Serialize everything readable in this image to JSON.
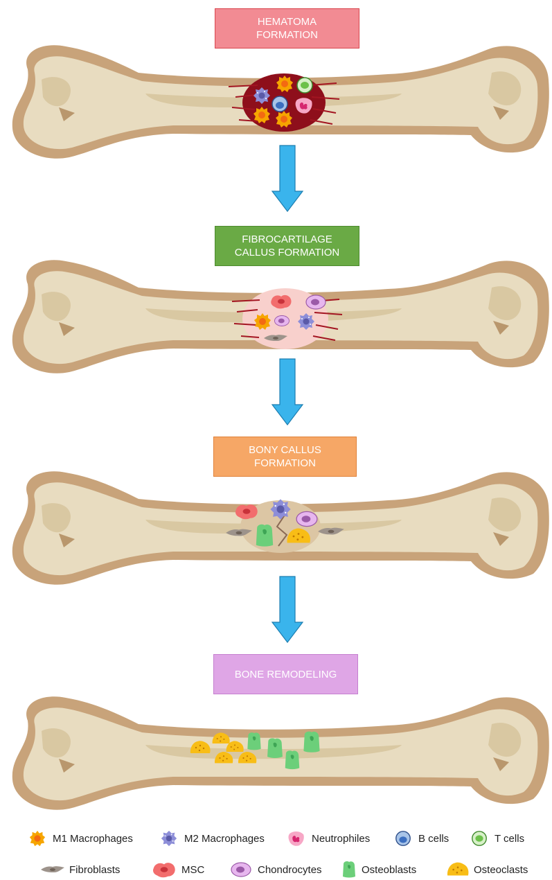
{
  "stages": [
    {
      "lines": [
        "HEMATOMA",
        "FORMATION"
      ],
      "color": "#f28b93"
    },
    {
      "lines": [
        "FIBROCARTILAGE",
        "CALLUS FORMATION"
      ],
      "color": "#6aaa45"
    },
    {
      "lines": [
        "BONY CALLUS",
        "FORMATION"
      ],
      "color": "#f6a766"
    },
    {
      "lines": [
        "BONE REMODELING"
      ],
      "color": "#dfa6e6"
    }
  ],
  "legend": {
    "row1": [
      {
        "label": "M1 Macrophages",
        "icon": "m1-macrophage-icon"
      },
      {
        "label": "M2 Macrophages",
        "icon": "m2-macrophage-icon"
      },
      {
        "label": "Neutrophiles",
        "icon": "neutrophile-icon"
      },
      {
        "label": "B cells",
        "icon": "b-cell-icon"
      },
      {
        "label": "T cells",
        "icon": "t-cell-icon"
      }
    ],
    "row2": [
      {
        "label": "Fibroblasts",
        "icon": "fibroblast-icon"
      },
      {
        "label": "MSC",
        "icon": "msc-icon"
      },
      {
        "label": "Chondrocytes",
        "icon": "chondrocyte-icon"
      },
      {
        "label": "Osteoblasts",
        "icon": "osteoblast-icon"
      },
      {
        "label": "Osteoclasts",
        "icon": "osteoclast-icon"
      }
    ]
  },
  "colors": {
    "bone_outer": "#c8a37a",
    "bone_inner": "#e8dcc0",
    "bone_dark": "#b9976d",
    "hematoma": "#8e0f1b",
    "arrow": "#3ab4ec"
  }
}
